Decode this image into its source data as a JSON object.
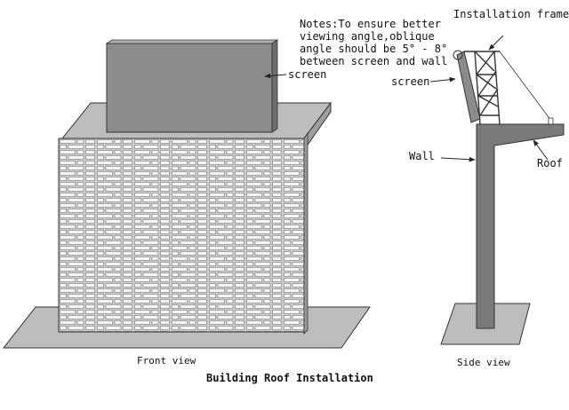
{
  "diagram": {
    "title": "Building Roof Installation",
    "front_view_label": "Front view",
    "side_view_label": "Side view",
    "notes": [
      "Notes:To ensure better",
      "viewing angle,oblique",
      "angle should be 5° - 8°",
      "between screen and wall"
    ],
    "labels": {
      "screen_front": "screen",
      "screen_side": "screen",
      "installation_frame": "Installation frame",
      "wall": "Wall",
      "roof": "Roof"
    },
    "colors": {
      "screen": "#8c8c8c",
      "roof_slab": "#bdbdbd",
      "ground": "#bdbdbd",
      "brick_wall": "#d9d9d9",
      "brick": "#f4f4f4",
      "side_wall": "#7a7a7a",
      "side_roof": "#8a8a8a"
    }
  }
}
